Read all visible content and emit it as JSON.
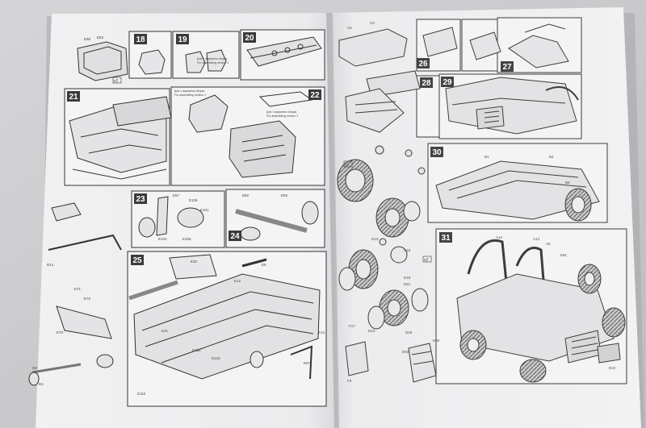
{
  "photo": {
    "subject": "open assembly instruction booklet",
    "colors": {
      "background": "#c9c9cc",
      "paper": "#efeff0",
      "ink": "#333333",
      "badge": "#3a3a3a"
    }
  },
  "left_page": {
    "steps": [
      {
        "number": "18",
        "label": "step-18"
      },
      {
        "number": "19",
        "label": "step-19"
      },
      {
        "number": "20",
        "label": "step-20"
      },
      {
        "number": "21",
        "label": "step-21"
      },
      {
        "number": "22",
        "label": "step-22"
      },
      {
        "number": "23",
        "label": "step-23"
      },
      {
        "number": "24",
        "label": "step-24"
      },
      {
        "number": "25",
        "label": "step-25"
      }
    ],
    "notes": {
      "n19": "Для 1 варианта сборки",
      "n19b": "For assembling version 1",
      "n21": "Для 1 варианта сборки",
      "n21b": "For assembling version 1",
      "n22": "Для 1 варианта сборки",
      "n22b": "For assembling version 1"
    },
    "parts": [
      "E55",
      "E53",
      "E57",
      "E106",
      "E101",
      "E104",
      "E105",
      "E60",
      "E58",
      "E67",
      "E110",
      "E14",
      "E20",
      "E12",
      "E9",
      "E41",
      "E122",
      "E123",
      "E71",
      "E72",
      "E70",
      "D14",
      "D9",
      "D4"
    ],
    "qty": "x2"
  },
  "right_page": {
    "steps": [
      {
        "number": "26",
        "label": "step-26"
      },
      {
        "number": "27",
        "label": "step-27"
      },
      {
        "number": "28",
        "label": "step-28"
      },
      {
        "number": "29",
        "label": "step-29"
      },
      {
        "number": "30",
        "label": "step-30"
      },
      {
        "number": "31",
        "label": "step-31"
      }
    ],
    "parts": [
      "C5",
      "C8",
      "D13",
      "D18",
      "D19",
      "D21",
      "D24",
      "D25",
      "B1",
      "B4",
      "B6",
      "F17",
      "F8",
      "E92",
      "E99",
      "E61",
      "A14",
      "A13",
      "A8",
      "D10"
    ],
    "qty": "x2",
    "qty2": "x2"
  }
}
